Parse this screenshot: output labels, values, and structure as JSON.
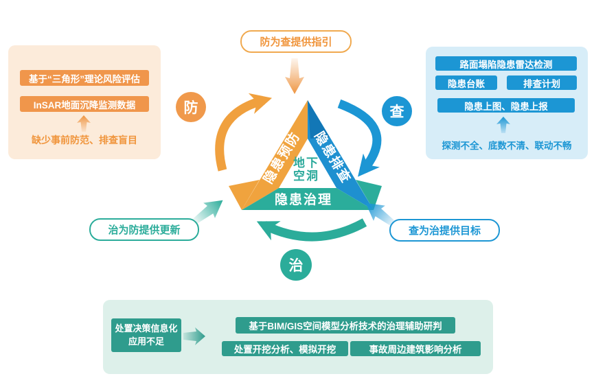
{
  "colors": {
    "orange": "#F0994B",
    "orange_band": "#F0A33E",
    "orange_panel_bg": "#FCEBDA",
    "blue": "#1C96D4",
    "blue_band": "#1E90D0",
    "blue_panel_bg": "#D7EDF8",
    "teal": "#2BAC9A",
    "teal_box": "#2F9C8D",
    "teal_panel_bg": "#DDF0EA"
  },
  "top": {
    "pill": "防为查提供指引"
  },
  "nodes": {
    "prevent": "防",
    "inspect": "查",
    "treat": "治"
  },
  "triangle": {
    "left_band": "隐患预防",
    "right_band": "隐患排查",
    "bottom_band": "隐患治理",
    "center_line1": "地下",
    "center_line2": "空洞"
  },
  "pills": {
    "left": "治为防提供更新",
    "right": "查为治提供目标"
  },
  "left_panel": {
    "items": [
      "基于“三角形”理论风险评估",
      "InSAR地面沉降监测数据"
    ],
    "caption": "缺少事前防范、排查盲目"
  },
  "right_panel": {
    "row1": "路面塌陷隐患雷达检测",
    "row2a": "隐患台账",
    "row2b": "排查计划",
    "row3": "隐患上图、隐患上报",
    "caption": "探测不全、底数不清、联动不畅"
  },
  "bottom_panel": {
    "problem": "处置决策信息化应用不足",
    "row1": "基于BIM/GIS空间模型分析技术的治理辅助研判",
    "row2a": "处置开挖分析、模拟开挖",
    "row2b": "事故周边建筑影响分析"
  }
}
